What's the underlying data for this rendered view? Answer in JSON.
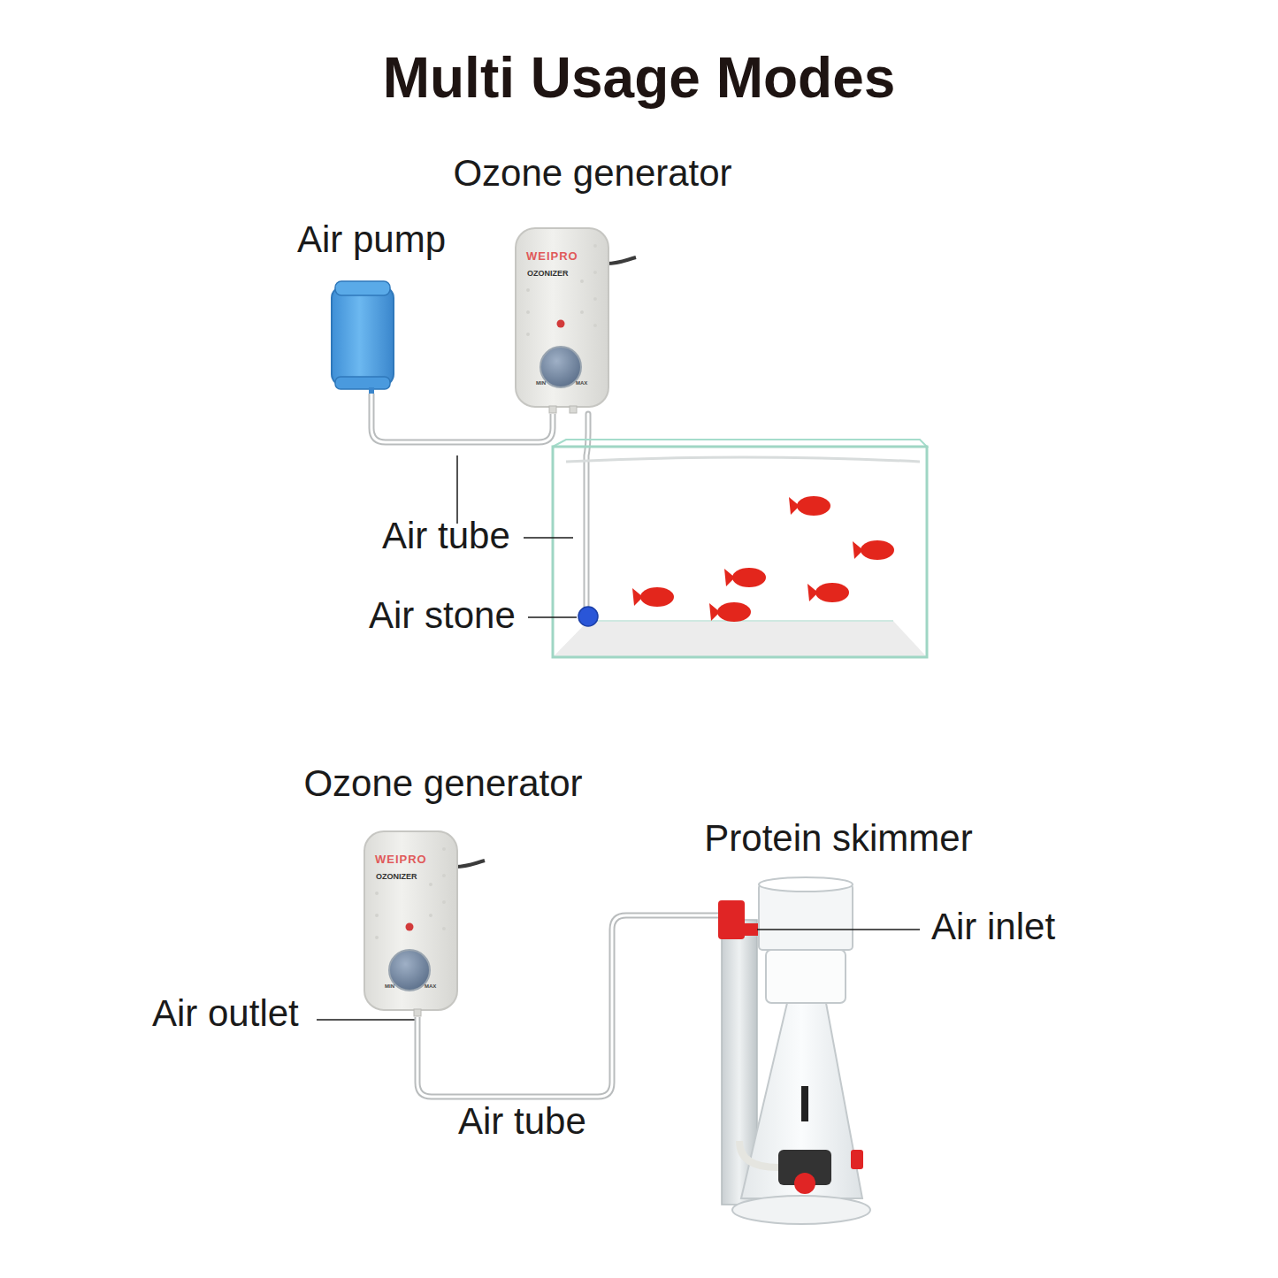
{
  "diagram": {
    "title": "Multi Usage Modes",
    "nodes": [
      {
        "text": [
          "Air pump"
        ]
      },
      {
        "text": [
          "Ozone generator"
        ]
      },
      {
        "text": [
          "Ozone generator"
        ]
      },
      {
        "text": [
          "Protein skimmer"
        ]
      }
    ],
    "edges": [
      {
        "from": 0,
        "to": 1,
        "arrow": "none"
      },
      {
        "from": 2,
        "to": 3,
        "arrow": "none"
      }
    ],
    "labels": [
      "WEIPRO",
      "OZONIZER",
      "MIN",
      "MAX",
      "Air tube",
      "Air stone",
      "WEIPRO",
      "OZONIZER",
      "MIN",
      "MAX",
      "Air inlet",
      "Air outlet",
      "Air tube"
    ]
  }
}
